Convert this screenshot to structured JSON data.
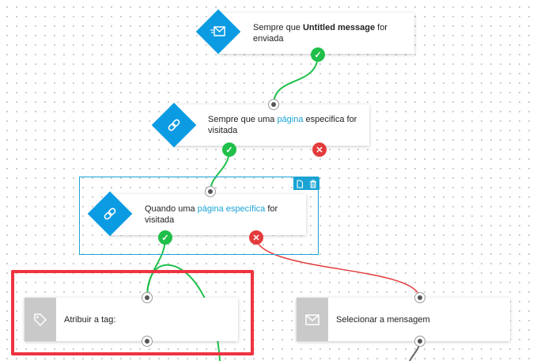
{
  "nodes": {
    "trigger_message": {
      "prefix": "Sempre que ",
      "bold": "Untitled message",
      "suffix": " for",
      "line2": "enviada",
      "icon": "envelope-icon",
      "color": "#0a9be3"
    },
    "trigger_page_visit": {
      "prefix": "Sempre que uma ",
      "link": "página",
      "suffix": " especifica for",
      "line2": "visitada",
      "icon": "link-icon"
    },
    "condition_page_visit": {
      "prefix": "Quando uma ",
      "link": "página específica",
      "suffix": " for",
      "line2": "visitada",
      "icon": "link-icon"
    },
    "action_tag": {
      "label": "Atribuir a tag:",
      "icon": "tag-icon"
    },
    "action_message": {
      "label": "Selecionar a mensagem",
      "icon": "envelope-icon"
    }
  },
  "status_icons": {
    "yes": "✓",
    "no": "✕",
    "yes_color": "#1fbf4a",
    "no_color": "#e33b3b"
  },
  "toolbar": {
    "copy_icon": "copy-icon",
    "delete_icon": "trash-icon"
  },
  "colors": {
    "accent": "#0a9be3",
    "selection": "#1aa3d4",
    "highlight": "#ef3340",
    "link_text": "#1aa3d4"
  }
}
